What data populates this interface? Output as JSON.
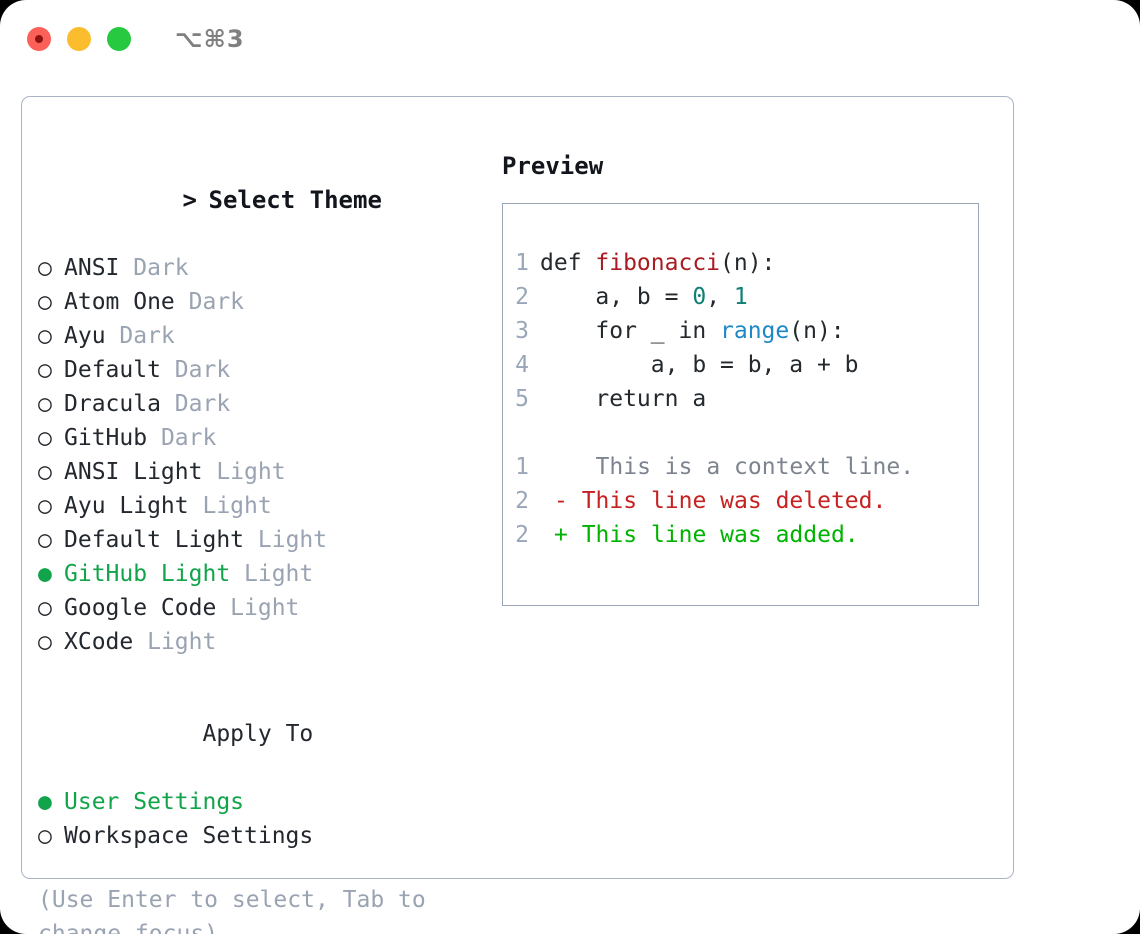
{
  "titlebar": {
    "shortcut": "⌥⌘3",
    "dots": [
      "close-red",
      "minimize-yellow",
      "zoom-green"
    ]
  },
  "theme_selector": {
    "heading": "Select Theme",
    "heading_caret": ">",
    "bullet_unselected": "○",
    "bullet_selected": "●",
    "items": [
      {
        "name": "ANSI",
        "variant": "Dark",
        "selected": false
      },
      {
        "name": "Atom One",
        "variant": "Dark",
        "selected": false
      },
      {
        "name": "Ayu",
        "variant": "Dark",
        "selected": false
      },
      {
        "name": "Default",
        "variant": "Dark",
        "selected": false
      },
      {
        "name": "Dracula",
        "variant": "Dark",
        "selected": false
      },
      {
        "name": "GitHub",
        "variant": "Dark",
        "selected": false
      },
      {
        "name": "ANSI Light",
        "variant": "Light",
        "selected": false
      },
      {
        "name": "Ayu Light",
        "variant": "Light",
        "selected": false
      },
      {
        "name": "Default Light",
        "variant": "Light",
        "selected": false
      },
      {
        "name": "GitHub Light",
        "variant": "Light",
        "selected": true
      },
      {
        "name": "Google Code",
        "variant": "Light",
        "selected": false
      },
      {
        "name": "XCode",
        "variant": "Light",
        "selected": false
      }
    ]
  },
  "apply_to": {
    "heading": "Apply To",
    "items": [
      {
        "label": "User Settings",
        "selected": true
      },
      {
        "label": "Workspace Settings",
        "selected": false
      }
    ]
  },
  "hint": "(Use Enter to select, Tab to change focus)",
  "preview": {
    "title": "Preview",
    "code_lines": [
      {
        "number": "1",
        "tokens": [
          {
            "text": "def ",
            "kind": "plain"
          },
          {
            "text": "fibonacci",
            "kind": "fn"
          },
          {
            "text": "(n):",
            "kind": "plain"
          }
        ]
      },
      {
        "number": "2",
        "tokens": [
          {
            "text": "    a, b = ",
            "kind": "plain"
          },
          {
            "text": "0",
            "kind": "num"
          },
          {
            "text": ", ",
            "kind": "plain"
          },
          {
            "text": "1",
            "kind": "num"
          }
        ]
      },
      {
        "number": "3",
        "tokens": [
          {
            "text": "    for _ in ",
            "kind": "plain"
          },
          {
            "text": "range",
            "kind": "call"
          },
          {
            "text": "(n):",
            "kind": "plain"
          }
        ]
      },
      {
        "number": "4",
        "tokens": [
          {
            "text": "        a, b = b, a + b",
            "kind": "plain"
          }
        ]
      },
      {
        "number": "5",
        "tokens": [
          {
            "text": "    return a",
            "kind": "plain"
          }
        ]
      }
    ],
    "diff_lines": [
      {
        "number": "1",
        "marker": " ",
        "text": "  This is a context line.",
        "kind": "context"
      },
      {
        "number": "2",
        "marker": "-",
        "text": " This line was deleted.",
        "kind": "deleted"
      },
      {
        "number": "2",
        "marker": "+",
        "text": " This line was added.",
        "kind": "added"
      }
    ]
  },
  "colors": {
    "accent_green": "#12a44a",
    "diff_add_green": "#00b300",
    "diff_del_red": "#c62222",
    "syntax_function": "#a81c22",
    "syntax_number": "#0e8174",
    "syntax_call": "#1e88c7",
    "muted": "#9aa3b2",
    "border": "#aab4c4"
  }
}
